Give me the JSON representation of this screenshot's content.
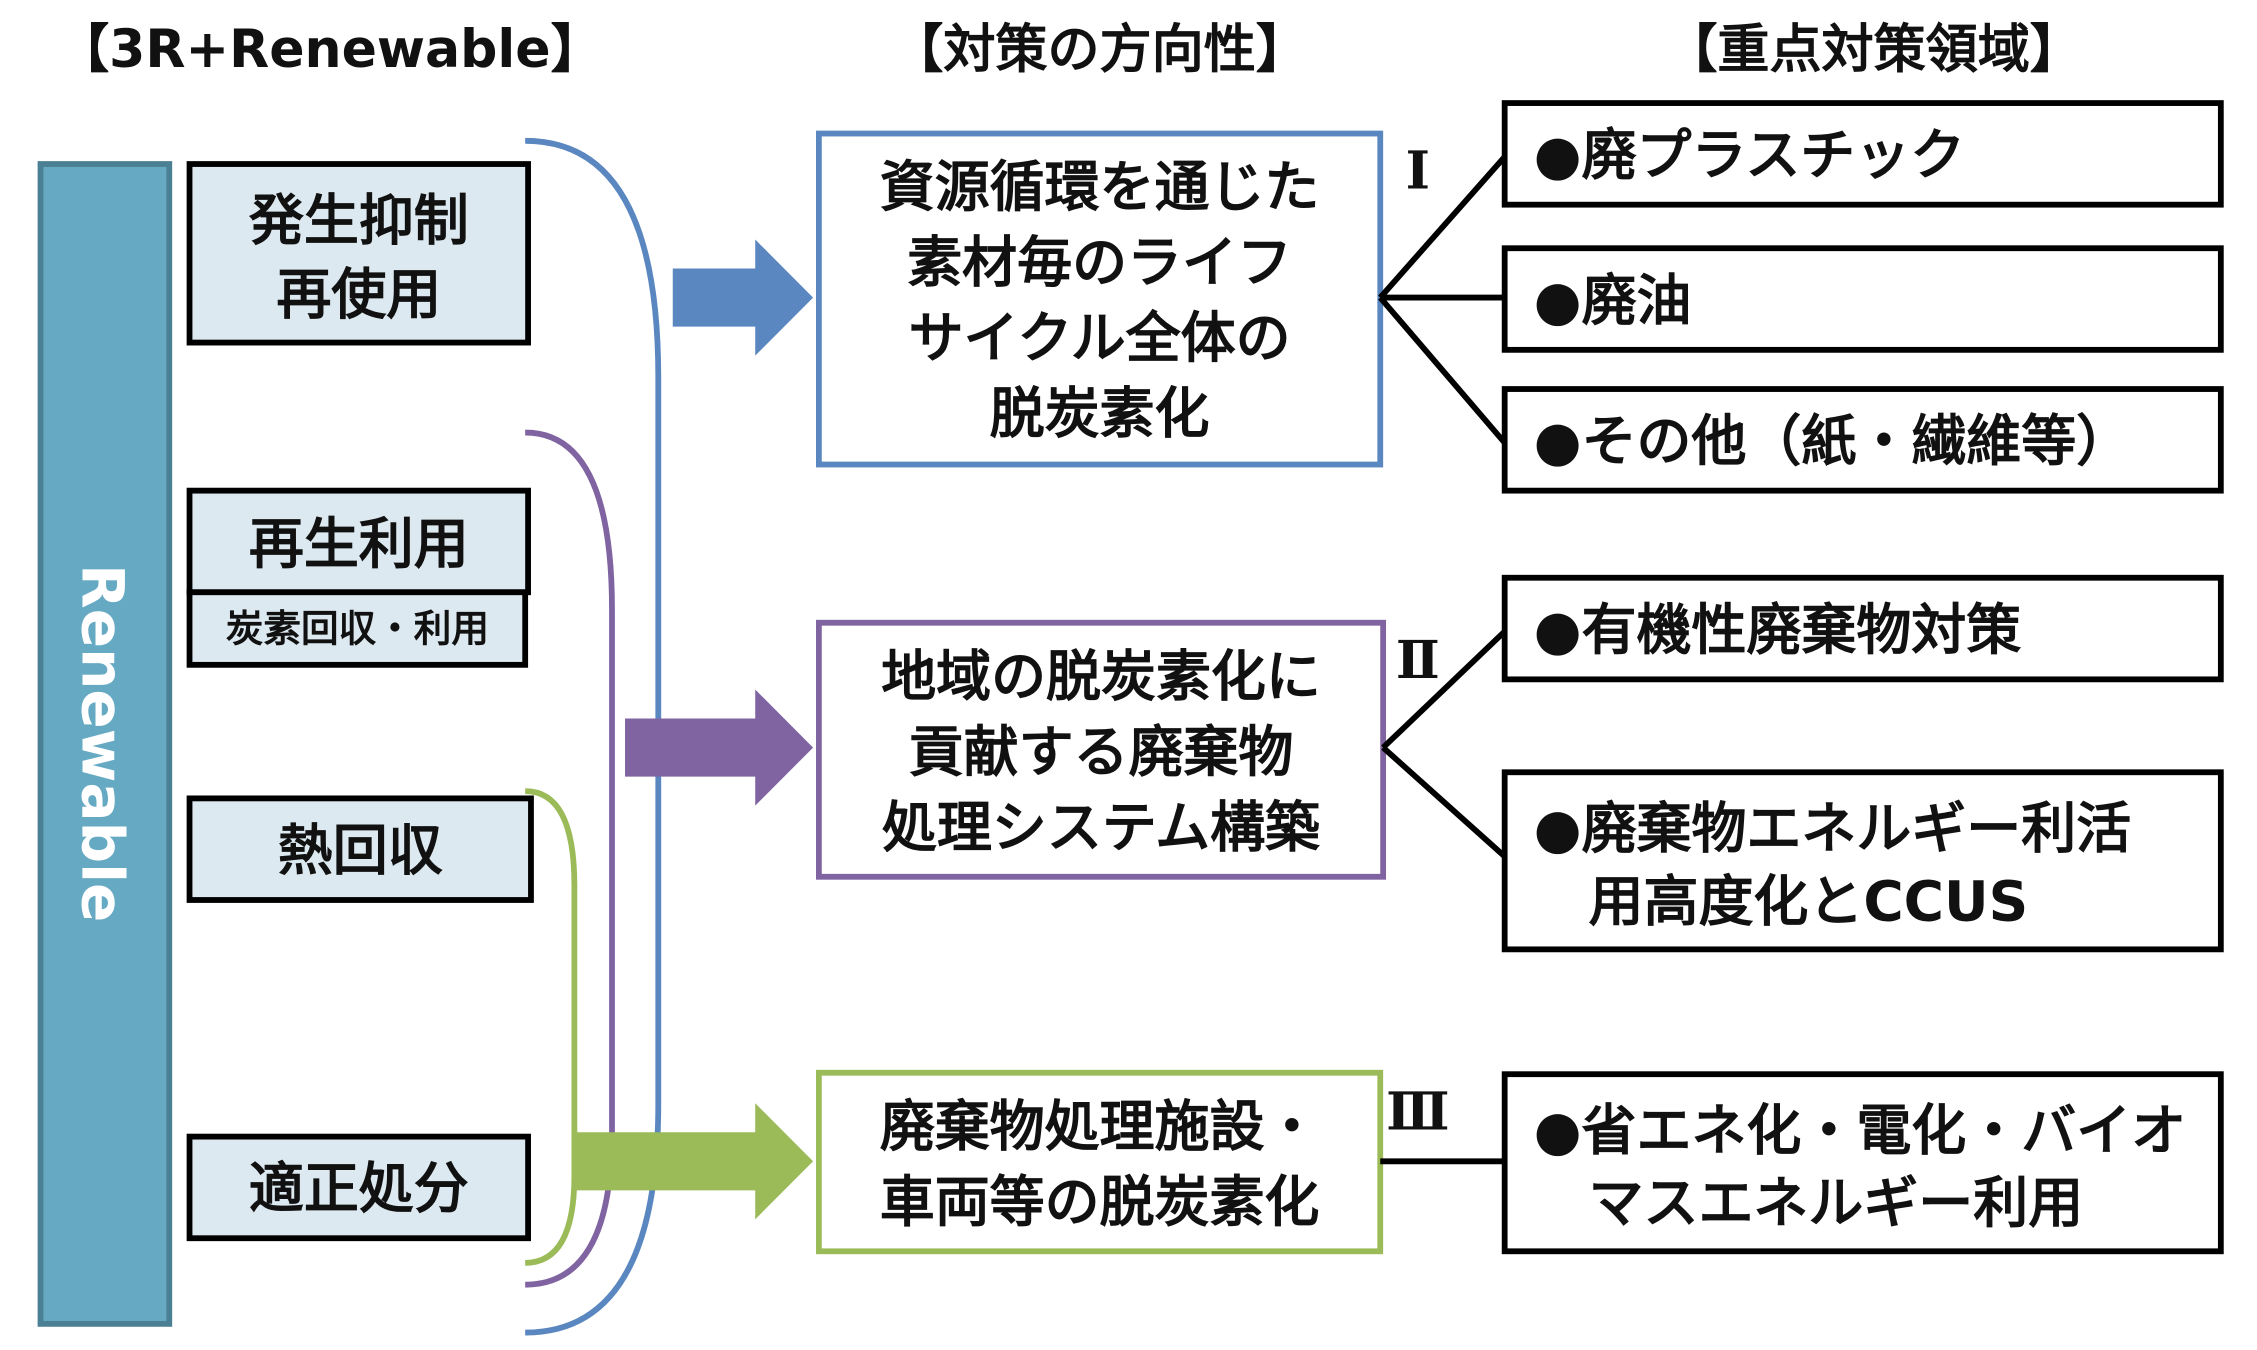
{
  "headers": {
    "left": "【3R+Renewable】",
    "middle": "【対策の方向性】",
    "right": "【重点対策領域】"
  },
  "renewable_bar": {
    "label": "Renewable",
    "color": "#65a9c3"
  },
  "left_boxes": {
    "reduce_reuse": [
      "発生抑制",
      "再使用"
    ],
    "recycle": "再生利用",
    "carbon_capture": "炭素回収・利用",
    "heat_recovery": "熱回収",
    "disposal": "適正処分"
  },
  "directions": [
    {
      "numeral": "Ⅰ",
      "color": "#5b87c0",
      "lines": [
        "資源循環を通じた",
        "素材毎のライフ",
        "サイクル全体の",
        "脱炭素化"
      ]
    },
    {
      "numeral": "Ⅱ",
      "color": "#8064a2",
      "lines": [
        "地域の脱炭素化に",
        "貢献する廃棄物",
        "処理システム構築"
      ]
    },
    {
      "numeral": "Ⅲ",
      "color": "#9bbb59",
      "lines": [
        "廃棄物処理施設・",
        "車両等の脱炭素化"
      ]
    }
  ],
  "focus_areas": [
    [
      "●廃プラスチック"
    ],
    [
      "●廃油"
    ],
    [
      "●その他（紙・繊維等）"
    ],
    [
      "●有機性廃棄物対策"
    ],
    [
      "●廃棄物エネルギー利活",
      "　用高度化とCCUS"
    ],
    [
      "●省エネ化・電化・バイオ",
      "　マスエネルギー利用"
    ]
  ]
}
